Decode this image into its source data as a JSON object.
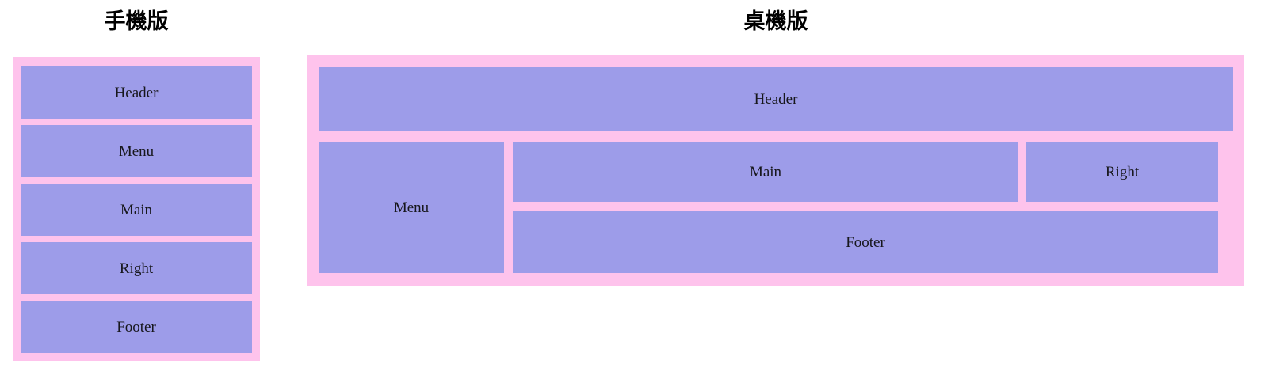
{
  "page": {
    "background_color": "#ffffff",
    "frame_color": "#fec3ec",
    "block_color": "#9d9ce9",
    "label_color": "#17171c"
  },
  "mobile": {
    "title": "手機版",
    "blocks": [
      {
        "label": "Header"
      },
      {
        "label": "Menu"
      },
      {
        "label": "Main"
      },
      {
        "label": "Right"
      },
      {
        "label": "Footer"
      }
    ]
  },
  "desktop": {
    "title": "桌機版",
    "blocks": {
      "header": {
        "label": "Header"
      },
      "menu": {
        "label": "Menu"
      },
      "main": {
        "label": "Main"
      },
      "right": {
        "label": "Right"
      },
      "footer": {
        "label": "Footer"
      }
    }
  }
}
